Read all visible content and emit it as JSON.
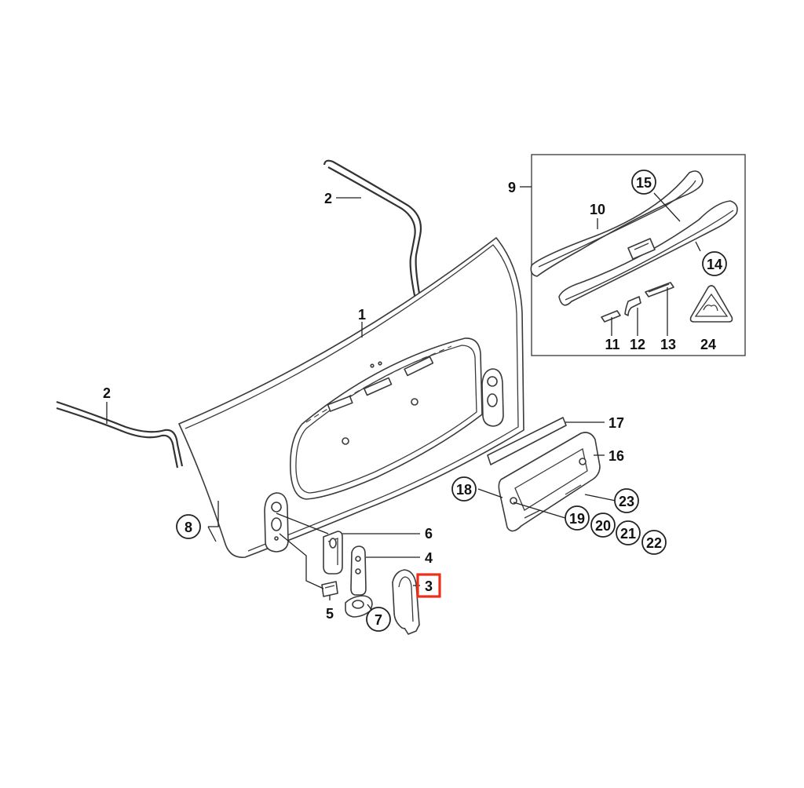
{
  "diagram": {
    "highlight_color": "#e8301c",
    "highlighted_label": "3",
    "callouts": [
      {
        "id": "c1",
        "text": "1",
        "circled": false,
        "highlighted": false
      },
      {
        "id": "c2a",
        "text": "2",
        "circled": false,
        "highlighted": false
      },
      {
        "id": "c2b",
        "text": "2",
        "circled": false,
        "highlighted": false
      },
      {
        "id": "c3",
        "text": "3",
        "circled": false,
        "highlighted": true
      },
      {
        "id": "c4",
        "text": "4",
        "circled": false,
        "highlighted": false
      },
      {
        "id": "c5",
        "text": "5",
        "circled": false,
        "highlighted": false
      },
      {
        "id": "c6",
        "text": "6",
        "circled": false,
        "highlighted": false
      },
      {
        "id": "c7",
        "text": "7",
        "circled": true,
        "highlighted": false
      },
      {
        "id": "c8",
        "text": "8",
        "circled": true,
        "highlighted": false
      },
      {
        "id": "c9",
        "text": "9",
        "circled": false,
        "highlighted": false
      },
      {
        "id": "c10",
        "text": "10",
        "circled": false,
        "highlighted": false
      },
      {
        "id": "c11",
        "text": "11",
        "circled": false,
        "highlighted": false
      },
      {
        "id": "c12",
        "text": "12",
        "circled": false,
        "highlighted": false
      },
      {
        "id": "c13",
        "text": "13",
        "circled": false,
        "highlighted": false
      },
      {
        "id": "c14",
        "text": "14",
        "circled": true,
        "highlighted": false
      },
      {
        "id": "c15",
        "text": "15",
        "circled": true,
        "highlighted": false
      },
      {
        "id": "c16",
        "text": "16",
        "circled": false,
        "highlighted": false
      },
      {
        "id": "c17",
        "text": "17",
        "circled": false,
        "highlighted": false
      },
      {
        "id": "c18",
        "text": "18",
        "circled": true,
        "highlighted": false
      },
      {
        "id": "c19",
        "text": "19",
        "circled": true,
        "highlighted": false
      },
      {
        "id": "c20",
        "text": "20",
        "circled": true,
        "highlighted": false
      },
      {
        "id": "c21",
        "text": "21",
        "circled": true,
        "highlighted": false
      },
      {
        "id": "c22",
        "text": "22",
        "circled": true,
        "highlighted": false
      },
      {
        "id": "c23",
        "text": "23",
        "circled": true,
        "highlighted": false
      },
      {
        "id": "c24",
        "text": "24",
        "circled": false,
        "highlighted": false
      }
    ]
  }
}
